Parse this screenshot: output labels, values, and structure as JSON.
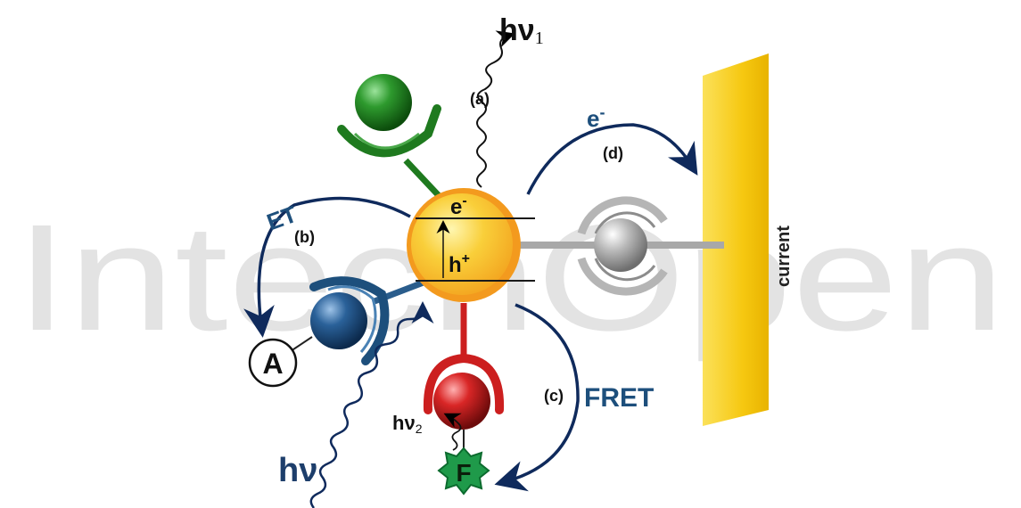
{
  "watermark": "IntechOpen",
  "labels": {
    "hv1": "hν",
    "hv1_sub": "1",
    "a": "(a)",
    "b": "(b)",
    "c": "(c)",
    "d": "(d)",
    "et": "ET",
    "e_transfer": "e",
    "e_transfer_sup": "-",
    "fret": "FRET",
    "e_band": "e",
    "e_band_sup": "-",
    "h_band": "h",
    "h_band_sup": "+",
    "acceptor": "A",
    "fluor": "F",
    "hv2": "hν",
    "hv2_sub": "2",
    "hv": "hν",
    "current": "current"
  },
  "colors": {
    "qdot": "#f7b521",
    "qdot_rim": "#f39a1e",
    "green": "#1f7a1f",
    "blue": "#1d4f7c",
    "red": "#cc1f1f",
    "gray": "#9a9a9a",
    "electrode": "#f7c916",
    "arrow": "#0f2a5c",
    "fluor_star": "#1f9a4a",
    "watermark": "#dedede"
  }
}
